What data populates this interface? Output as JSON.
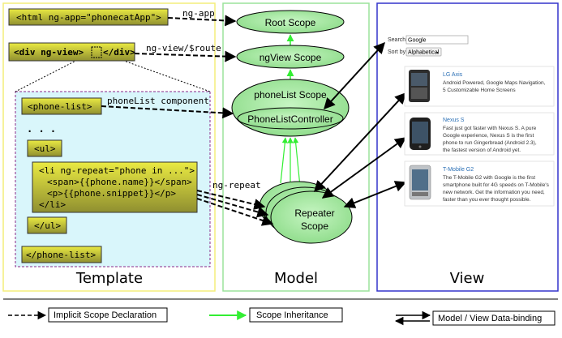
{
  "template": {
    "title": "Template",
    "html_tag": "<html ng-app=\"phonecatApp\">",
    "div_open": "<div ng-view>",
    "div_close": "</div>",
    "phone_list_open": "<phone-list>",
    "ellipsis": ". . .",
    "ul_open": "<ul>",
    "li_line1": "<li ng-repeat=\"phone in ...\">",
    "li_line2": "<span>{{phone.name}}</span>",
    "li_line3": "<p>{{phone.snippet}}</p>",
    "li_line4": "</li>",
    "ul_close": "</ul>",
    "phone_list_close": "</phone-list>"
  },
  "model": {
    "title": "Model",
    "root_scope": "Root Scope",
    "ngview_scope": "ngView Scope",
    "phonelist_scope": "phoneList Scope",
    "controller": "PhoneListController",
    "repeater_line1": "Repeater",
    "repeater_line2": "Scope"
  },
  "view": {
    "title": "View",
    "search_label": "Search:",
    "search_value": "Google",
    "sort_label": "Sort by:",
    "sort_value": "Alphabetical",
    "phones": [
      {
        "name": "LG Axis",
        "desc1": "Android Powered, Google Maps Navigation,",
        "desc2": "5 Customizable Home Screens",
        "desc3": "",
        "desc4": ""
      },
      {
        "name": "Nexus S",
        "desc1": "Fast just got faster with Nexus S. A pure",
        "desc2": "Google experience, Nexus S is the first",
        "desc3": "phone to run Gingerbread (Android 2.3),",
        "desc4": "the fastest version of Android yet."
      },
      {
        "name": "T-Mobile G2",
        "desc1": "The T-Mobile G2 with Google is the first",
        "desc2": "smartphone built for 4G speeds on T-Mobile's",
        "desc3": "new network. Get the information you need,",
        "desc4": "faster than you ever thought possible."
      }
    ]
  },
  "edges": {
    "ng_app": "ng-app",
    "ng_view_route": "ng-view/$route",
    "phonelist_component": "phoneList component",
    "ng_repeat": "ng-repeat"
  },
  "legend": {
    "implicit": "Implicit Scope Declaration",
    "inheritance": "Scope Inheritance",
    "binding": "Model / View Data-binding"
  },
  "colors": {
    "template_border": "#f4ee7a",
    "model_border": "#9be39b",
    "view_border": "#3333cc",
    "scope_fill": "#a6e8a2",
    "inherit_arrow": "#33ee33",
    "tag_fill_top": "#e8e83a",
    "tag_fill_bottom": "#8a8a2a",
    "component_fill": "#d9f6fb",
    "component_border": "#8a2a8a"
  }
}
